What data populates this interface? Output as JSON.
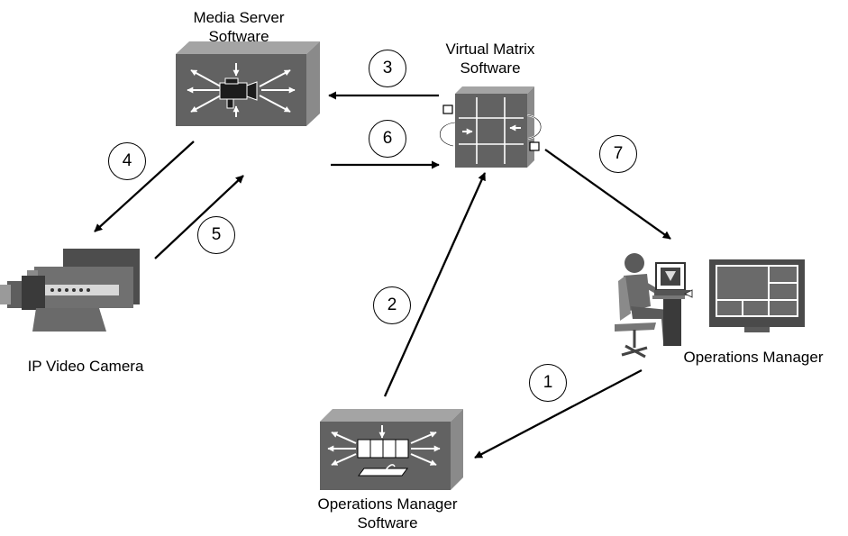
{
  "labels": {
    "media_server": [
      "Media Server",
      "Software"
    ],
    "virtual_matrix": [
      "Virtual Matrix",
      "Software"
    ],
    "ip_camera": "IP Video Camera",
    "operations_manager": "Operations Manager",
    "operations_manager_software": [
      "Operations Manager",
      "Software"
    ]
  },
  "steps": [
    "1",
    "2",
    "3",
    "4",
    "5",
    "6",
    "7"
  ],
  "colors": {
    "box_face": "#626262",
    "box_side": "#8a8a8a",
    "box_top": "#9a9a9a",
    "ink": "#000000"
  }
}
